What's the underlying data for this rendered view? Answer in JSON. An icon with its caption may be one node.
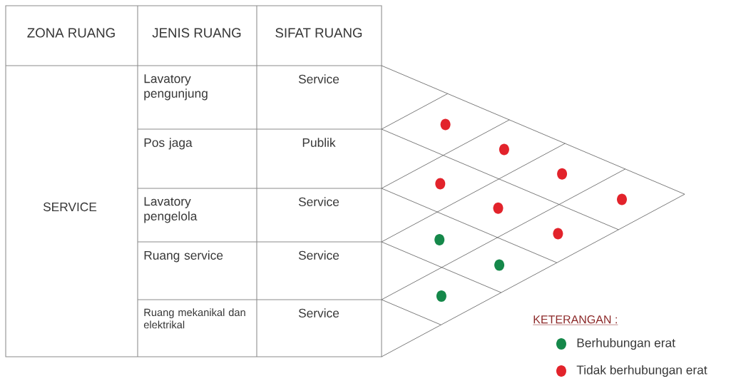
{
  "diagram": {
    "labels": [
      "ZONA RUANG",
      "JENIS RUANG",
      "SIFAT RUANG",
      "SERVICE",
      "Lavatory pengunjung",
      "Service",
      "Pos jaga",
      "Publik",
      "Lavatory pengelola",
      "Service",
      "Ruang service",
      "Service",
      "Ruang mekanikal dan elektrikal",
      "Service",
      "KETERANGAN :"
    ],
    "legend": [
      {
        "text": "Berhubungan erat",
        "color": "#15884a"
      },
      {
        "text": "Tidak berhubungan erat",
        "color": "#e2232b"
      }
    ]
  }
}
